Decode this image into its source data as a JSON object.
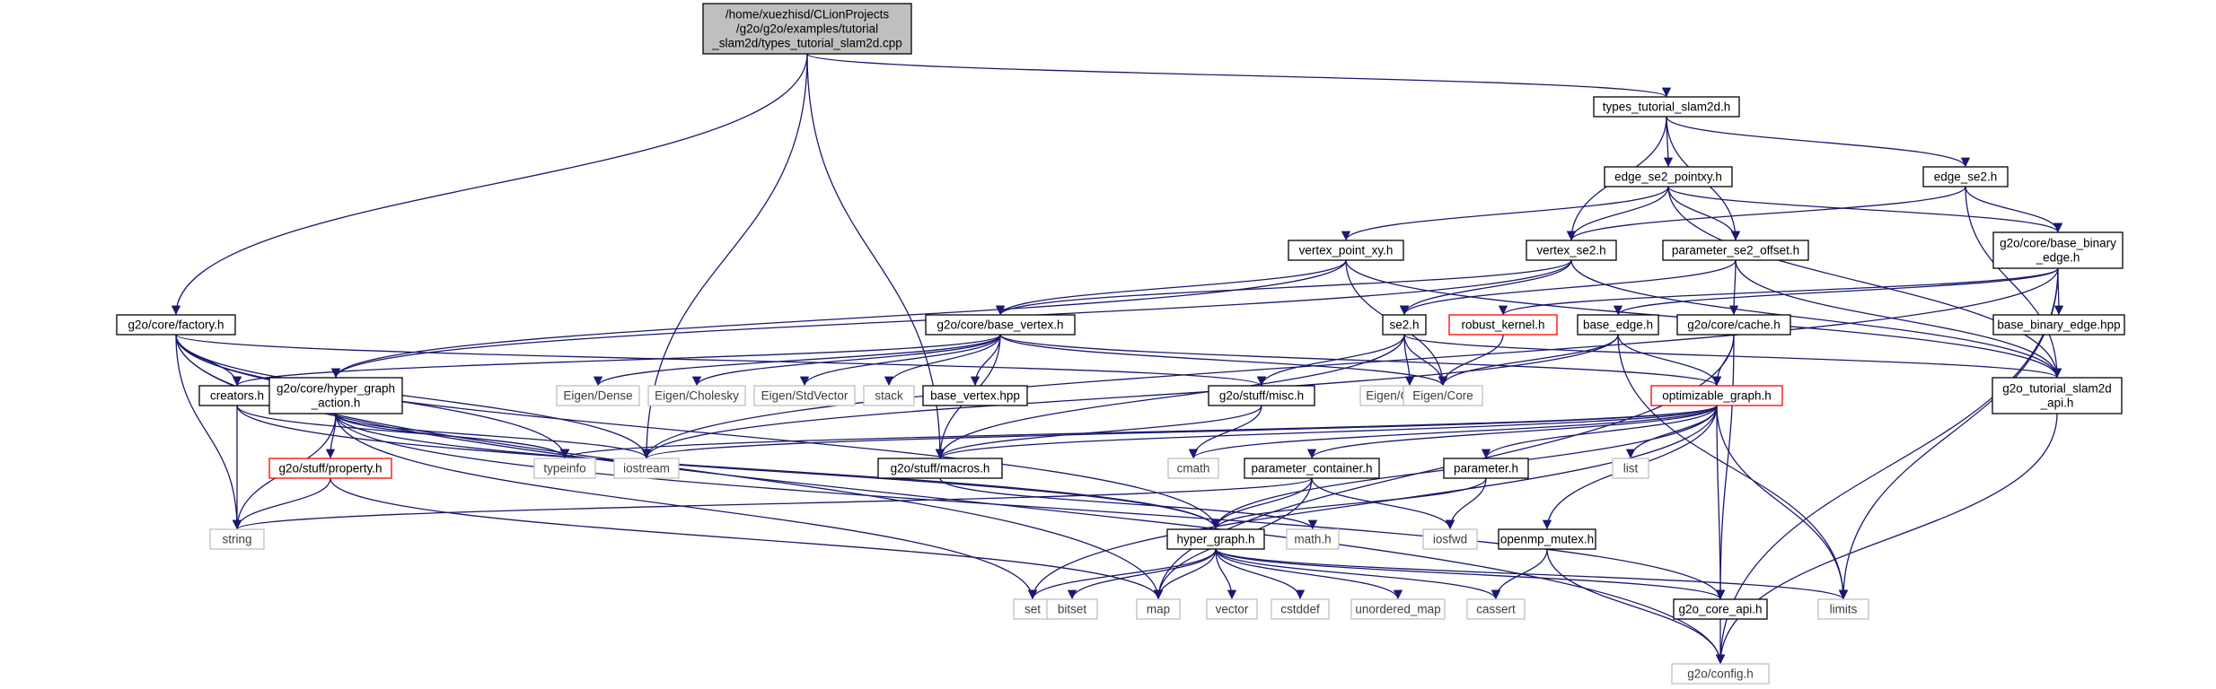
{
  "colors": {
    "edge": "#191970",
    "root_fill": "#bfbfbf",
    "normal_border": "#000000",
    "system_border": "#bfbfbf",
    "truncated_border": "#ff0000"
  },
  "nodes": [
    {
      "id": "root",
      "lines": [
        "/home/xuezhisd/CLionProjects",
        "/g2o/g2o/examples/tutorial",
        "_slam2d/types_tutorial_slam2d.cpp"
      ],
      "kind": "root"
    },
    {
      "id": "types_tutorial_slam2d_h",
      "lines": [
        "types_tutorial_slam2d.h"
      ],
      "kind": "normal"
    },
    {
      "id": "edge_se2_pointxy_h",
      "lines": [
        "edge_se2_pointxy.h"
      ],
      "kind": "normal"
    },
    {
      "id": "edge_se2_h",
      "lines": [
        "edge_se2.h"
      ],
      "kind": "normal"
    },
    {
      "id": "vertex_point_xy_h",
      "lines": [
        "vertex_point_xy.h"
      ],
      "kind": "normal"
    },
    {
      "id": "vertex_se2_h",
      "lines": [
        "vertex_se2.h"
      ],
      "kind": "normal"
    },
    {
      "id": "parameter_se2_offset_h",
      "lines": [
        "parameter_se2_offset.h"
      ],
      "kind": "normal"
    },
    {
      "id": "base_binary_edge_h",
      "lines": [
        "g2o/core/base_binary",
        "_edge.h"
      ],
      "kind": "normal"
    },
    {
      "id": "factory_h",
      "lines": [
        "g2o/core/factory.h"
      ],
      "kind": "normal"
    },
    {
      "id": "base_vertex_h",
      "lines": [
        "g2o/core/base_vertex.h"
      ],
      "kind": "normal"
    },
    {
      "id": "se2_h",
      "lines": [
        "se2.h"
      ],
      "kind": "normal"
    },
    {
      "id": "robust_kernel_h",
      "lines": [
        "robust_kernel.h"
      ],
      "kind": "truncated"
    },
    {
      "id": "base_edge_h",
      "lines": [
        "base_edge.h"
      ],
      "kind": "normal"
    },
    {
      "id": "cache_h",
      "lines": [
        "g2o/core/cache.h"
      ],
      "kind": "normal"
    },
    {
      "id": "base_binary_edge_hpp",
      "lines": [
        "base_binary_edge.hpp"
      ],
      "kind": "normal"
    },
    {
      "id": "creators_h",
      "lines": [
        "creators.h"
      ],
      "kind": "normal"
    },
    {
      "id": "hyper_graph_action_h",
      "lines": [
        "g2o/core/hyper_graph",
        "_action.h"
      ],
      "kind": "normal"
    },
    {
      "id": "eigen_dense",
      "lines": [
        "Eigen/Dense"
      ],
      "kind": "system"
    },
    {
      "id": "eigen_cholesky",
      "lines": [
        "Eigen/Cholesky"
      ],
      "kind": "system"
    },
    {
      "id": "eigen_stdvector",
      "lines": [
        "Eigen/StdVector"
      ],
      "kind": "system"
    },
    {
      "id": "stack",
      "lines": [
        "stack"
      ],
      "kind": "system"
    },
    {
      "id": "base_vertex_hpp",
      "lines": [
        "base_vertex.hpp"
      ],
      "kind": "normal"
    },
    {
      "id": "misc_h",
      "lines": [
        "g2o/stuff/misc.h"
      ],
      "kind": "normal"
    },
    {
      "id": "eigen_geometry",
      "lines": [
        "Eigen/Geometry"
      ],
      "kind": "system"
    },
    {
      "id": "eigen_core",
      "lines": [
        "Eigen/Core"
      ],
      "kind": "system"
    },
    {
      "id": "optimizable_graph_h",
      "lines": [
        "optimizable_graph.h"
      ],
      "kind": "truncated"
    },
    {
      "id": "g2o_tutorial_slam2d_api_h",
      "lines": [
        "g2o_tutorial_slam2d",
        "_api.h"
      ],
      "kind": "normal"
    },
    {
      "id": "typeinfo",
      "lines": [
        "typeinfo"
      ],
      "kind": "system"
    },
    {
      "id": "iostream",
      "lines": [
        "iostream"
      ],
      "kind": "system"
    },
    {
      "id": "macros_h",
      "lines": [
        "g2o/stuff/macros.h"
      ],
      "kind": "normal"
    },
    {
      "id": "cmath",
      "lines": [
        "cmath"
      ],
      "kind": "system"
    },
    {
      "id": "parameter_container_h",
      "lines": [
        "parameter_container.h"
      ],
      "kind": "normal"
    },
    {
      "id": "parameter_h",
      "lines": [
        "parameter.h"
      ],
      "kind": "normal"
    },
    {
      "id": "list",
      "lines": [
        "list"
      ],
      "kind": "system"
    },
    {
      "id": "property_h",
      "lines": [
        "g2o/stuff/property.h"
      ],
      "kind": "truncated"
    },
    {
      "id": "string",
      "lines": [
        "string"
      ],
      "kind": "system"
    },
    {
      "id": "hyper_graph_h",
      "lines": [
        "hyper_graph.h"
      ],
      "kind": "normal"
    },
    {
      "id": "math_h",
      "lines": [
        "math.h"
      ],
      "kind": "system"
    },
    {
      "id": "iosfwd",
      "lines": [
        "iosfwd"
      ],
      "kind": "system"
    },
    {
      "id": "openmp_mutex_h",
      "lines": [
        "openmp_mutex.h"
      ],
      "kind": "normal"
    },
    {
      "id": "set",
      "lines": [
        "set"
      ],
      "kind": "system"
    },
    {
      "id": "bitset",
      "lines": [
        "bitset"
      ],
      "kind": "system"
    },
    {
      "id": "map",
      "lines": [
        "map"
      ],
      "kind": "system"
    },
    {
      "id": "vector",
      "lines": [
        "vector"
      ],
      "kind": "system"
    },
    {
      "id": "cstddef",
      "lines": [
        "cstddef"
      ],
      "kind": "system"
    },
    {
      "id": "unordered_map",
      "lines": [
        "unordered_map"
      ],
      "kind": "system"
    },
    {
      "id": "cassert",
      "lines": [
        "cassert"
      ],
      "kind": "system"
    },
    {
      "id": "g2o_core_api_h",
      "lines": [
        "g2o_core_api.h"
      ],
      "kind": "normal"
    },
    {
      "id": "limits",
      "lines": [
        "limits"
      ],
      "kind": "system"
    },
    {
      "id": "g2o_config_h",
      "lines": [
        "g2o/config.h"
      ],
      "kind": "system"
    }
  ],
  "edges": [
    [
      "root",
      "types_tutorial_slam2d_h"
    ],
    [
      "root",
      "factory_h"
    ],
    [
      "root",
      "iostream"
    ],
    [
      "root",
      "macros_h"
    ],
    [
      "types_tutorial_slam2d_h",
      "edge_se2_pointxy_h"
    ],
    [
      "types_tutorial_slam2d_h",
      "edge_se2_h"
    ],
    [
      "types_tutorial_slam2d_h",
      "vertex_se2_h"
    ],
    [
      "types_tutorial_slam2d_h",
      "parameter_se2_offset_h"
    ],
    [
      "edge_se2_pointxy_h",
      "vertex_point_xy_h"
    ],
    [
      "edge_se2_pointxy_h",
      "vertex_se2_h"
    ],
    [
      "edge_se2_pointxy_h",
      "parameter_se2_offset_h"
    ],
    [
      "edge_se2_pointxy_h",
      "base_binary_edge_h"
    ],
    [
      "edge_se2_pointxy_h",
      "g2o_tutorial_slam2d_api_h"
    ],
    [
      "edge_se2_h",
      "vertex_se2_h"
    ],
    [
      "edge_se2_h",
      "base_binary_edge_h"
    ],
    [
      "edge_se2_h",
      "g2o_tutorial_slam2d_api_h"
    ],
    [
      "vertex_point_xy_h",
      "base_vertex_h"
    ],
    [
      "vertex_point_xy_h",
      "hyper_graph_action_h"
    ],
    [
      "vertex_point_xy_h",
      "eigen_core"
    ],
    [
      "vertex_point_xy_h",
      "g2o_tutorial_slam2d_api_h"
    ],
    [
      "vertex_se2_h",
      "base_vertex_h"
    ],
    [
      "vertex_se2_h",
      "hyper_graph_action_h"
    ],
    [
      "vertex_se2_h",
      "se2_h"
    ],
    [
      "vertex_se2_h",
      "g2o_tutorial_slam2d_api_h"
    ],
    [
      "parameter_se2_offset_h",
      "se2_h"
    ],
    [
      "parameter_se2_offset_h",
      "cache_h"
    ],
    [
      "parameter_se2_offset_h",
      "g2o_tutorial_slam2d_api_h"
    ],
    [
      "base_binary_edge_h",
      "base_binary_edge_hpp"
    ],
    [
      "base_binary_edge_h",
      "base_edge_h"
    ],
    [
      "base_binary_edge_h",
      "robust_kernel_h"
    ],
    [
      "base_binary_edge_h",
      "iostream"
    ],
    [
      "base_binary_edge_h",
      "limits"
    ],
    [
      "base_binary_edge_h",
      "g2o_config_h"
    ],
    [
      "factory_h",
      "creators_h"
    ],
    [
      "factory_h",
      "misc_h"
    ],
    [
      "factory_h",
      "iostream"
    ],
    [
      "factory_h",
      "typeinfo"
    ],
    [
      "factory_h",
      "string"
    ],
    [
      "factory_h",
      "map"
    ],
    [
      "factory_h",
      "hyper_graph_h"
    ],
    [
      "factory_h",
      "g2o_config_h"
    ],
    [
      "base_vertex_h",
      "creators_h"
    ],
    [
      "base_vertex_h",
      "eigen_dense"
    ],
    [
      "base_vertex_h",
      "eigen_cholesky"
    ],
    [
      "base_vertex_h",
      "eigen_stdvector"
    ],
    [
      "base_vertex_h",
      "stack"
    ],
    [
      "base_vertex_h",
      "base_vertex_hpp"
    ],
    [
      "base_vertex_h",
      "optimizable_graph_h"
    ],
    [
      "base_vertex_h",
      "eigen_core"
    ],
    [
      "base_vertex_h",
      "macros_h"
    ],
    [
      "se2_h",
      "misc_h"
    ],
    [
      "se2_h",
      "eigen_geometry"
    ],
    [
      "se2_h",
      "eigen_core"
    ],
    [
      "se2_h",
      "macros_h"
    ],
    [
      "se2_h",
      "g2o_tutorial_slam2d_api_h"
    ],
    [
      "robust_kernel_h",
      "eigen_core"
    ],
    [
      "base_edge_h",
      "optimizable_graph_h"
    ],
    [
      "base_edge_h",
      "eigen_core"
    ],
    [
      "base_edge_h",
      "iostream"
    ],
    [
      "base_edge_h",
      "limits"
    ],
    [
      "cache_h",
      "optimizable_graph_h"
    ],
    [
      "cache_h",
      "g2o_core_api_h"
    ],
    [
      "cache_h",
      "map"
    ],
    [
      "creators_h",
      "typeinfo"
    ],
    [
      "creators_h",
      "string"
    ],
    [
      "creators_h",
      "hyper_graph_h"
    ],
    [
      "hyper_graph_action_h",
      "property_h"
    ],
    [
      "hyper_graph_action_h",
      "typeinfo"
    ],
    [
      "hyper_graph_action_h",
      "iostream"
    ],
    [
      "hyper_graph_action_h",
      "string"
    ],
    [
      "hyper_graph_action_h",
      "set"
    ],
    [
      "hyper_graph_action_h",
      "hyper_graph_h"
    ],
    [
      "hyper_graph_action_h",
      "g2o_core_api_h"
    ],
    [
      "misc_h",
      "macros_h"
    ],
    [
      "misc_h",
      "cmath"
    ],
    [
      "optimizable_graph_h",
      "parameter_container_h"
    ],
    [
      "optimizable_graph_h",
      "parameter_h"
    ],
    [
      "optimizable_graph_h",
      "openmp_mutex_h"
    ],
    [
      "optimizable_graph_h",
      "hyper_graph_h"
    ],
    [
      "optimizable_graph_h",
      "typeinfo"
    ],
    [
      "optimizable_graph_h",
      "iostream"
    ],
    [
      "optimizable_graph_h",
      "macros_h"
    ],
    [
      "optimizable_graph_h",
      "cmath"
    ],
    [
      "optimizable_graph_h",
      "list"
    ],
    [
      "optimizable_graph_h",
      "set"
    ],
    [
      "optimizable_graph_h",
      "limits"
    ],
    [
      "optimizable_graph_h",
      "g2o_core_api_h"
    ],
    [
      "parameter_container_h",
      "hyper_graph_h"
    ],
    [
      "parameter_container_h",
      "iosfwd"
    ],
    [
      "parameter_container_h",
      "string"
    ],
    [
      "parameter_container_h",
      "map"
    ],
    [
      "parameter_h",
      "hyper_graph_h"
    ],
    [
      "parameter_h",
      "iosfwd"
    ],
    [
      "property_h",
      "string"
    ],
    [
      "property_h",
      "map"
    ],
    [
      "macros_h",
      "math_h"
    ],
    [
      "openmp_mutex_h",
      "cassert"
    ],
    [
      "openmp_mutex_h",
      "g2o_config_h"
    ],
    [
      "hyper_graph_h",
      "set"
    ],
    [
      "hyper_graph_h",
      "bitset"
    ],
    [
      "hyper_graph_h",
      "map"
    ],
    [
      "hyper_graph_h",
      "vector"
    ],
    [
      "hyper_graph_h",
      "cstddef"
    ],
    [
      "hyper_graph_h",
      "unordered_map"
    ],
    [
      "hyper_graph_h",
      "cassert"
    ],
    [
      "hyper_graph_h",
      "limits"
    ],
    [
      "hyper_graph_h",
      "g2o_core_api_h"
    ],
    [
      "g2o_core_api_h",
      "g2o_config_h"
    ],
    [
      "g2o_tutorial_slam2d_api_h",
      "g2o_config_h"
    ]
  ]
}
